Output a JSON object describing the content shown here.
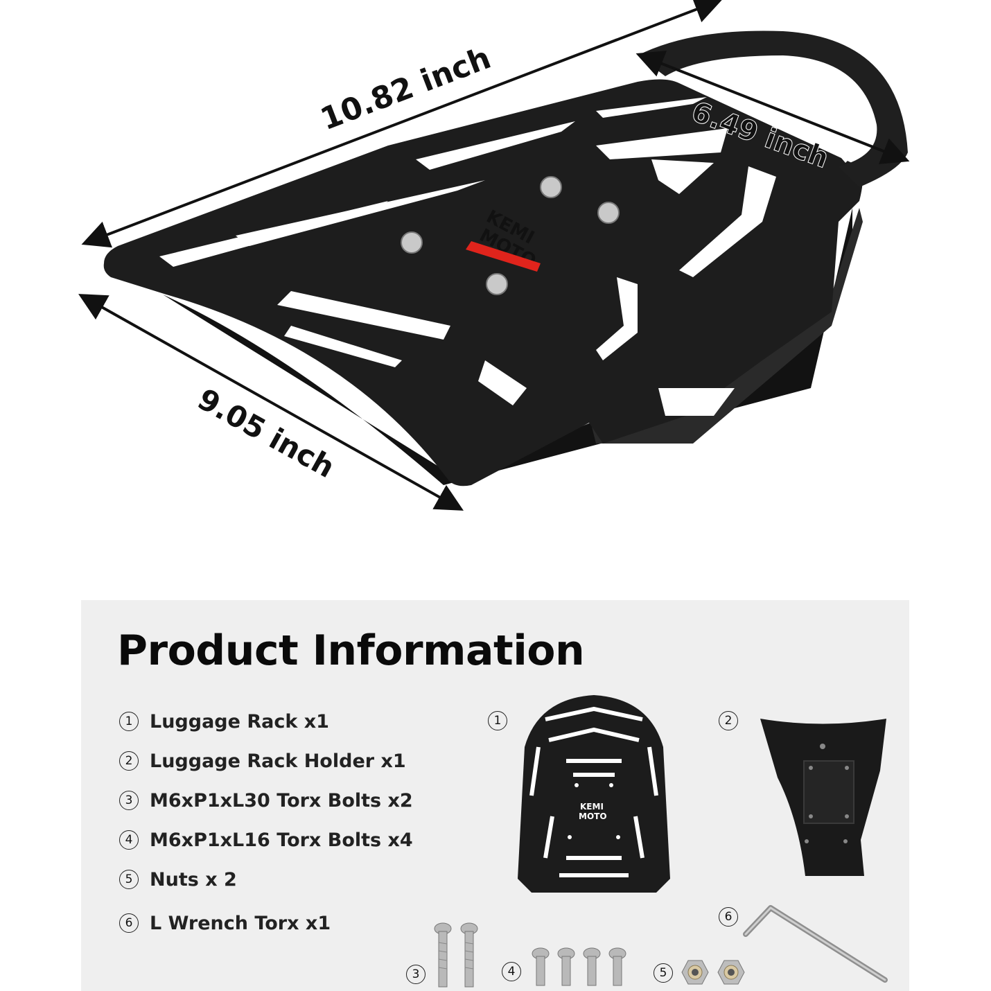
{
  "dimensions": {
    "length": "10.82 inch",
    "depth": "6.49 inch",
    "width": "9.05 inch"
  },
  "brand": {
    "logo_line1": "KEMI",
    "logo_line2": "MOTO"
  },
  "info": {
    "title": "Product Information",
    "items": [
      {
        "num": "1",
        "label": "Luggage Rack x1"
      },
      {
        "num": "2",
        "label": "Luggage Rack Holder x1"
      },
      {
        "num": "3",
        "label": "M6xP1xL30 Torx Bolts x2"
      },
      {
        "num": "4",
        "label": "M6xP1xL16 Torx Bolts x4"
      },
      {
        "num": "5",
        "label": "Nuts x 2"
      },
      {
        "num": "6",
        "label": "L Wrench Torx x1"
      }
    ]
  },
  "colors": {
    "panel_bg": "#efefef",
    "rack_black": "#1b1b1b",
    "accent_red": "#e0241c",
    "steel": "#b9b9b9"
  }
}
